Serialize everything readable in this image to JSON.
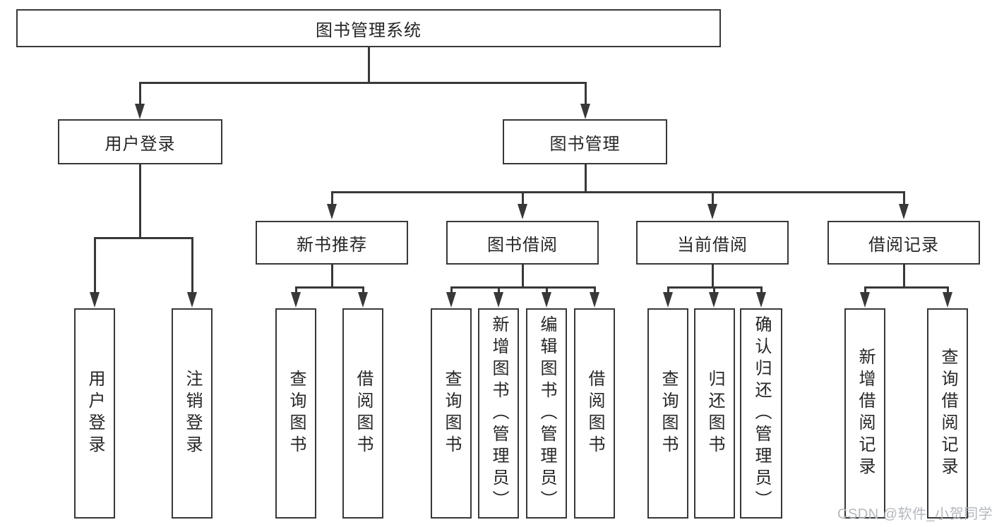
{
  "tree": {
    "label": "图书管理系统",
    "children": [
      {
        "label": "用户登录",
        "children": [
          {
            "label": "用户登录"
          },
          {
            "label": "注销登录"
          }
        ]
      },
      {
        "label": "图书管理",
        "children": [
          {
            "label": "新书推荐",
            "children": [
              {
                "label": "查询图书"
              },
              {
                "label": "借阅图书"
              }
            ]
          },
          {
            "label": "图书借阅",
            "children": [
              {
                "label": "查询图书"
              },
              {
                "label": "新增图书（管理员）"
              },
              {
                "label": "编辑图书（管理员）"
              },
              {
                "label": "借阅图书"
              }
            ]
          },
          {
            "label": "当前借阅",
            "children": [
              {
                "label": "查询图书"
              },
              {
                "label": "归还图书"
              },
              {
                "label": "确认归还（管理员）"
              }
            ]
          },
          {
            "label": "借阅记录",
            "children": [
              {
                "label": "新增借阅记录"
              },
              {
                "label": "查询借阅记录"
              }
            ]
          }
        ]
      }
    ]
  },
  "watermark": {
    "text": "CSDN @软件_小贺同学"
  },
  "colors": {
    "line": "#383838",
    "box_border": "#383838",
    "text": "#262626",
    "watermark": "#b4b8be",
    "background": "#ffffff"
  }
}
